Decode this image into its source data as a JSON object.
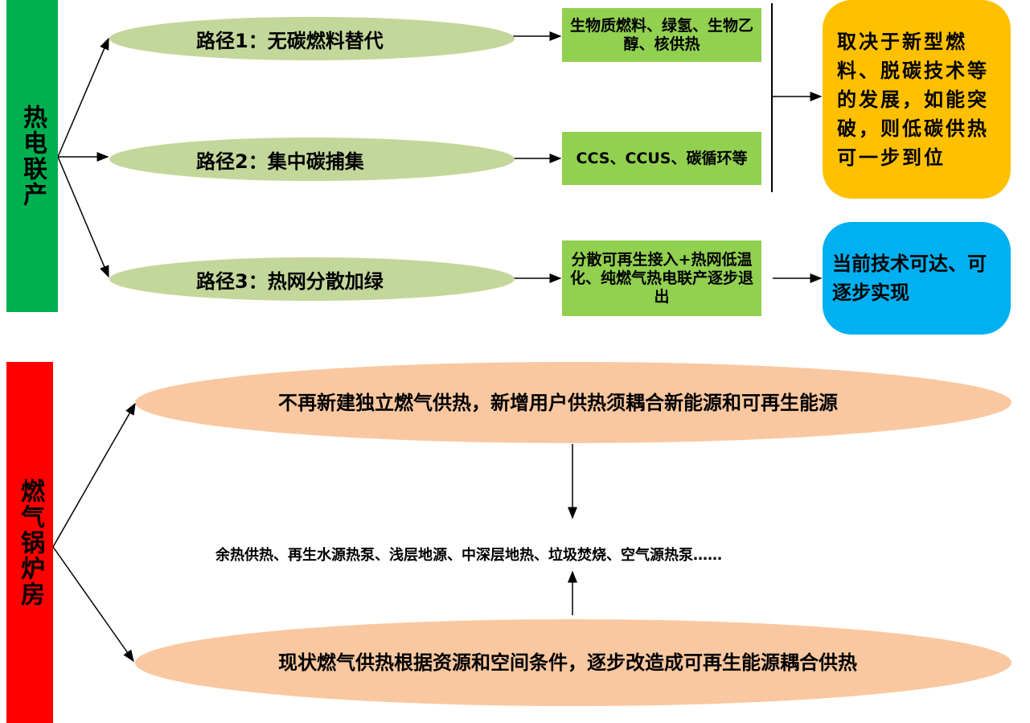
{
  "chp": {
    "label": "热电联产",
    "paths": [
      {
        "label": "路径1：无碳燃料替代",
        "detail": "生物质燃料、绿氢、生物乙醇、核供热"
      },
      {
        "label": "路径2：集中碳捕集",
        "detail": "CCS、CCUS、碳循环等"
      },
      {
        "label": "路径3：热网分散加绿",
        "detail": "分散可再生接入+热网低温化、纯燃气热电联产逐步退出"
      }
    ],
    "outcome_future": "取决于新型燃料、脱碳技术等的发展，如能突破，则低碳供热可一步到位",
    "outcome_current": "当前技术可达、可逐步实现"
  },
  "boiler": {
    "label": "燃气锅炉房",
    "new_policy": "不再新建独立燃气供热，新增用户供热须耦合新能源和可再生能源",
    "sources": "余热供热、再生水源热泵、浅层地源、中深层地热、垃圾焚烧、空气源热泵……",
    "existing_policy": "现状燃气供热根据资源和空间条件，逐步改造成可再生能源耦合供热"
  },
  "colors": {
    "green_bar": "#00b050",
    "red_bar": "#ff0000",
    "path_ellipse": "#c4d79b",
    "detail_box": "#92d050",
    "orange": "#ffc000",
    "blue": "#00b0f0",
    "peach": "#fac8a0"
  }
}
